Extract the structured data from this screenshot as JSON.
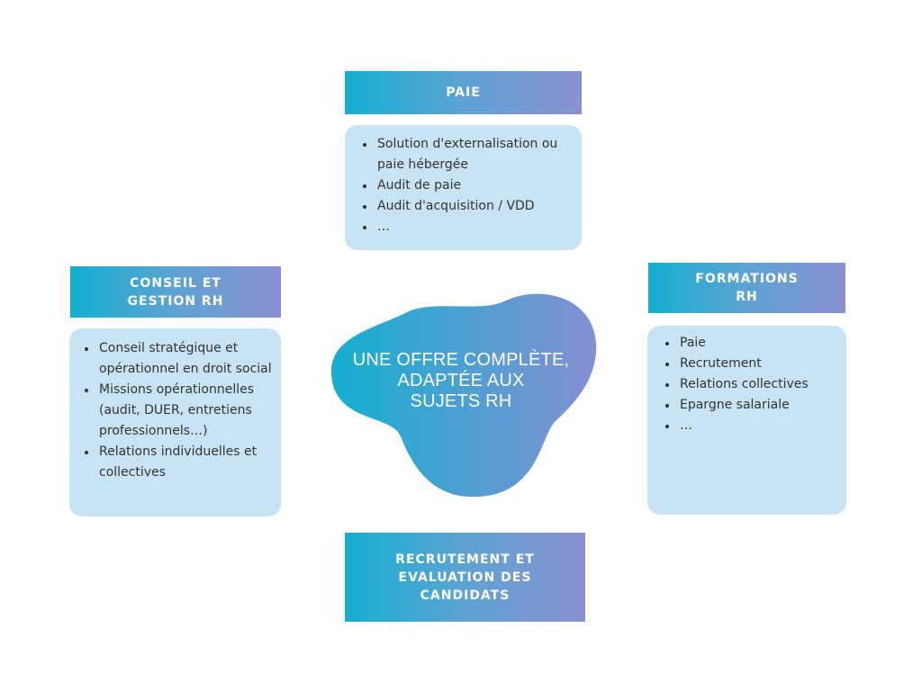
{
  "center": {
    "text": "UNE OFFRE COMPLÈTE,\nADAPTÉE AUX\nSUJETS RH"
  },
  "paie": {
    "title": "PAIE",
    "items": [
      "Solution d'externalisation ou paie hébergée",
      "Audit de paie",
      "Audit d'acquisition / VDD",
      "…"
    ]
  },
  "conseil": {
    "title": "CONSEIL ET\nGESTION RH",
    "items": [
      "Conseil stratégique et opérationnel en droit social",
      "Missions opérationnelles (audit, DUER, entretiens professionnels…)",
      "Relations individuelles et collectives"
    ]
  },
  "formations": {
    "title": "FORMATIONS\nRH",
    "items": [
      "Paie",
      "Recrutement",
      "Relations collectives",
      "Epargne salariale",
      "…"
    ]
  },
  "recrutement": {
    "title": "RECRUTEMENT ET\nEVALUATION DES\nCANDIDATS"
  },
  "colors": {
    "gradient_start": "#14afd0",
    "gradient_end": "#8a91d2",
    "box_bg": "#c8e4f4"
  }
}
